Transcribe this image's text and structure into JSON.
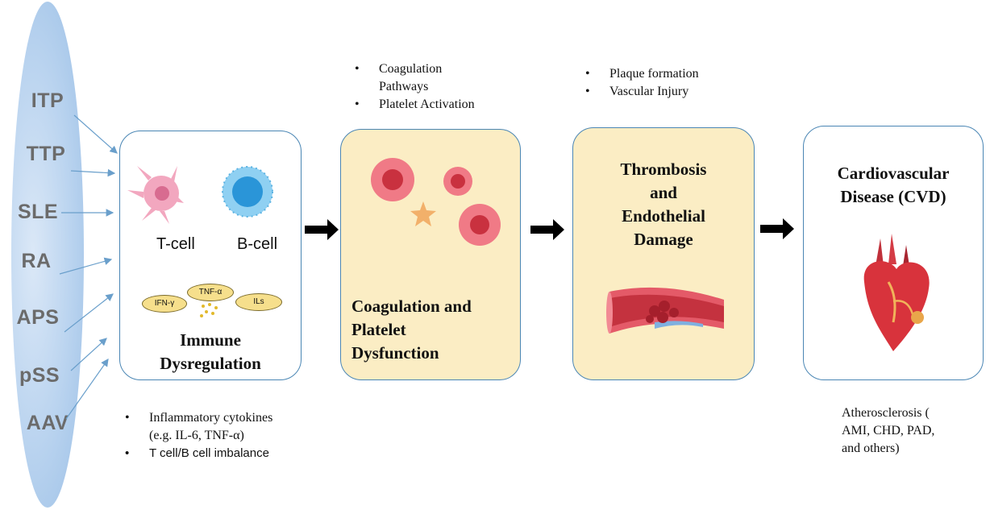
{
  "diseases": [
    "ITP",
    "TTP",
    "SLE",
    "RA",
    "APS",
    "pSS",
    "AAV"
  ],
  "stages": [
    {
      "title_lines": [
        "Immune",
        "Dysregulation"
      ]
    },
    {
      "title_lines": [
        "Coagulation and",
        "Platelet",
        "Dysfunction"
      ]
    },
    {
      "title_lines": [
        "Thrombosis",
        "and",
        "Endothelial",
        "Damage"
      ]
    },
    {
      "title_lines": [
        "Cardiovascular",
        "Disease (CVD)"
      ]
    }
  ],
  "cells": {
    "t_cell": "T-cell",
    "b_cell": "B-cell"
  },
  "cytokines": {
    "ifn": "IFN-γ",
    "tnf": "TNF-α",
    "ils": "ILs"
  },
  "notes": {
    "immune": [
      "Inflammatory  cytokines",
      "(e.g.  IL-6,  TNF-α)",
      "T cell/B cell imbalance"
    ],
    "coagulation": [
      "Coagulation",
      "Pathways",
      "Platelet Activation"
    ],
    "thrombosis": [
      "Plaque  formation",
      "Vascular  Injury"
    ],
    "cvd": [
      "Atherosclerosis  (",
      "AMI,  CHD,  PAD,",
      "and  others)"
    ]
  },
  "colors": {
    "box_border": "#4a86b4",
    "box_fill_highlight": "#fbedc4",
    "ellipse_fill": "#b9d3ef",
    "disease_text": "#6b6b6b",
    "arrow": "#000000"
  }
}
